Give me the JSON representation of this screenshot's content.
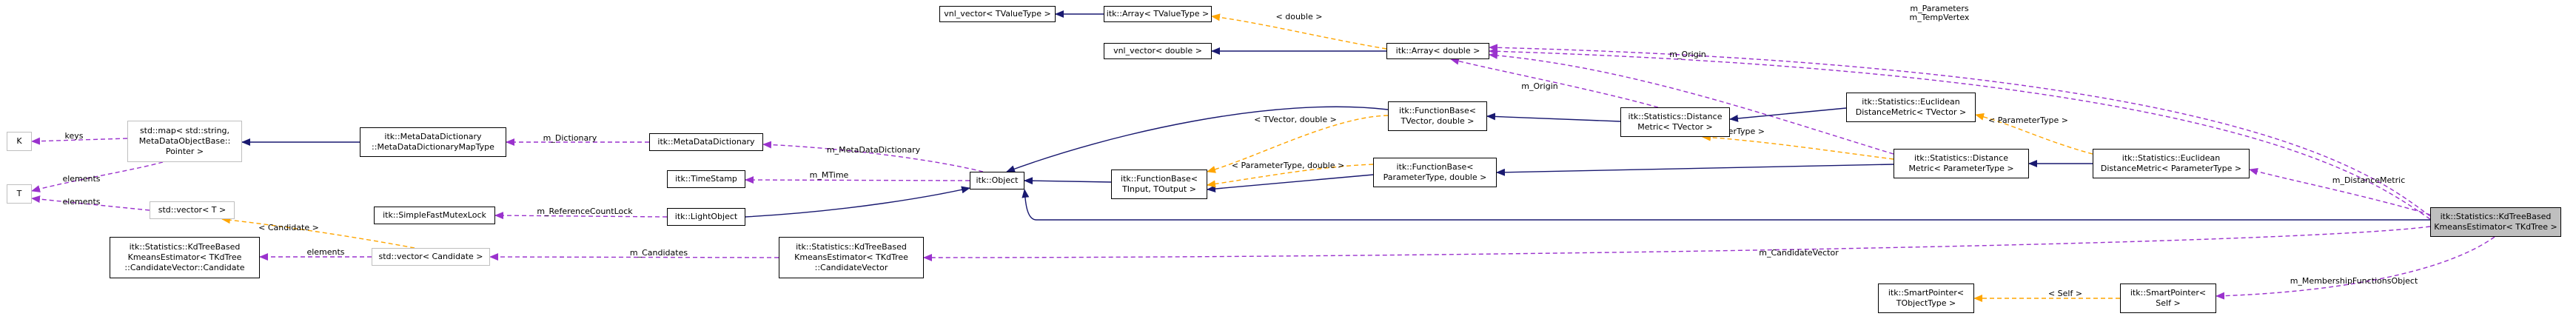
{
  "colors": {
    "inheritance": "#191970",
    "usage": "#9a32cd",
    "template": "#ffa500",
    "grey_border": "#bfbfbf",
    "focus_fill": "#bfbfbf"
  },
  "nodes": [
    {
      "id": "vnl_vector_T",
      "lines": [
        "vnl_vector< TValueType >"
      ]
    },
    {
      "id": "itk_Array_T",
      "lines": [
        "itk::Array< TValueType >"
      ]
    },
    {
      "id": "vnl_vector_double",
      "lines": [
        "vnl_vector< double >"
      ]
    },
    {
      "id": "itk_Array_double",
      "lines": [
        "itk::Array< double >"
      ]
    },
    {
      "id": "itk_FunctionBase_TVector",
      "lines": [
        "itk::FunctionBase<",
        "TVector, double >"
      ]
    },
    {
      "id": "itk_DistanceMetric_TVector",
      "lines": [
        "itk::Statistics::Distance",
        "Metric< TVector >"
      ]
    },
    {
      "id": "itk_Euclidean_TVector",
      "lines": [
        "itk::Statistics::Euclidean",
        "DistanceMetric< TVector >"
      ]
    },
    {
      "id": "K",
      "lines": [
        "K"
      ]
    },
    {
      "id": "std_map",
      "lines": [
        "std::map< std::string,",
        "MetaDataObjectBase::",
        "Pointer >"
      ]
    },
    {
      "id": "itk_MetaDataDictionaryMap",
      "lines": [
        "itk::MetaDataDictionary",
        "::MetaDataDictionaryMapType"
      ]
    },
    {
      "id": "itk_MetaDataDictionary",
      "lines": [
        "itk::MetaDataDictionary"
      ]
    },
    {
      "id": "itk_FunctionBase_TInput",
      "lines": [
        "itk::FunctionBase<",
        "TInput, TOutput >"
      ]
    },
    {
      "id": "itk_DistanceMetric_Param",
      "lines": [
        "itk::Statistics::Distance",
        "Metric< ParameterType >"
      ]
    },
    {
      "id": "itk_Euclidean_Param",
      "lines": [
        "itk::Statistics::Euclidean",
        "DistanceMetric< ParameterType >"
      ]
    },
    {
      "id": "T",
      "lines": [
        "T"
      ]
    },
    {
      "id": "itk_TimeStamp",
      "lines": [
        "itk::TimeStamp"
      ]
    },
    {
      "id": "itk_Object",
      "lines": [
        "itk::Object"
      ]
    },
    {
      "id": "itk_FunctionBase_Param",
      "lines": [
        "itk::FunctionBase<",
        "ParameterType, double >"
      ]
    },
    {
      "id": "std_vector_T",
      "lines": [
        "std::vector< T >"
      ]
    },
    {
      "id": "itk_SimpleFastMutexLock",
      "lines": [
        "itk::SimpleFastMutexLock"
      ]
    },
    {
      "id": "itk_LightObject",
      "lines": [
        "itk::LightObject"
      ]
    },
    {
      "id": "itk_KdTree_main",
      "lines": [
        "itk::Statistics::KdTreeBased",
        "KmeansEstimator< TKdTree >"
      ]
    },
    {
      "id": "itk_KdTree_CandVec",
      "lines": [
        "itk::Statistics::KdTreeBased",
        "KmeansEstimator< TKdTree",
        "::CandidateVector::Candidate"
      ]
    },
    {
      "id": "std_vector_Candidate",
      "lines": [
        "std::vector< Candidate >"
      ]
    },
    {
      "id": "itk_KdTree_CandidateVector",
      "lines": [
        "itk::Statistics::KdTreeBased",
        "KmeansEstimator< TKdTree",
        "::CandidateVector"
      ]
    },
    {
      "id": "itk_SmartPointer_T",
      "lines": [
        "itk::SmartPointer<",
        "TObjectType >"
      ]
    },
    {
      "id": "itk_SmartPointer_Self",
      "lines": [
        "itk::SmartPointer<",
        "Self >"
      ]
    }
  ],
  "edge_labels": [
    "< double >",
    "m_Parameters",
    "m_TempVertex",
    "m_Origin",
    "m_Origin",
    "< TVector, double >",
    "< ParameterType >",
    "< ParameterType >",
    "keys",
    "m_Dictionary",
    "m_MetaDataDictionary",
    "< ParameterType, double >",
    "elements",
    "m_DistanceMetric",
    "m_MTime",
    "elements",
    "< Candidate >",
    "m_ReferenceCountLock",
    "elements",
    "m_Candidates",
    "m_CandidateVector",
    "< Self >",
    "m_MembershipFunctionsObject"
  ]
}
